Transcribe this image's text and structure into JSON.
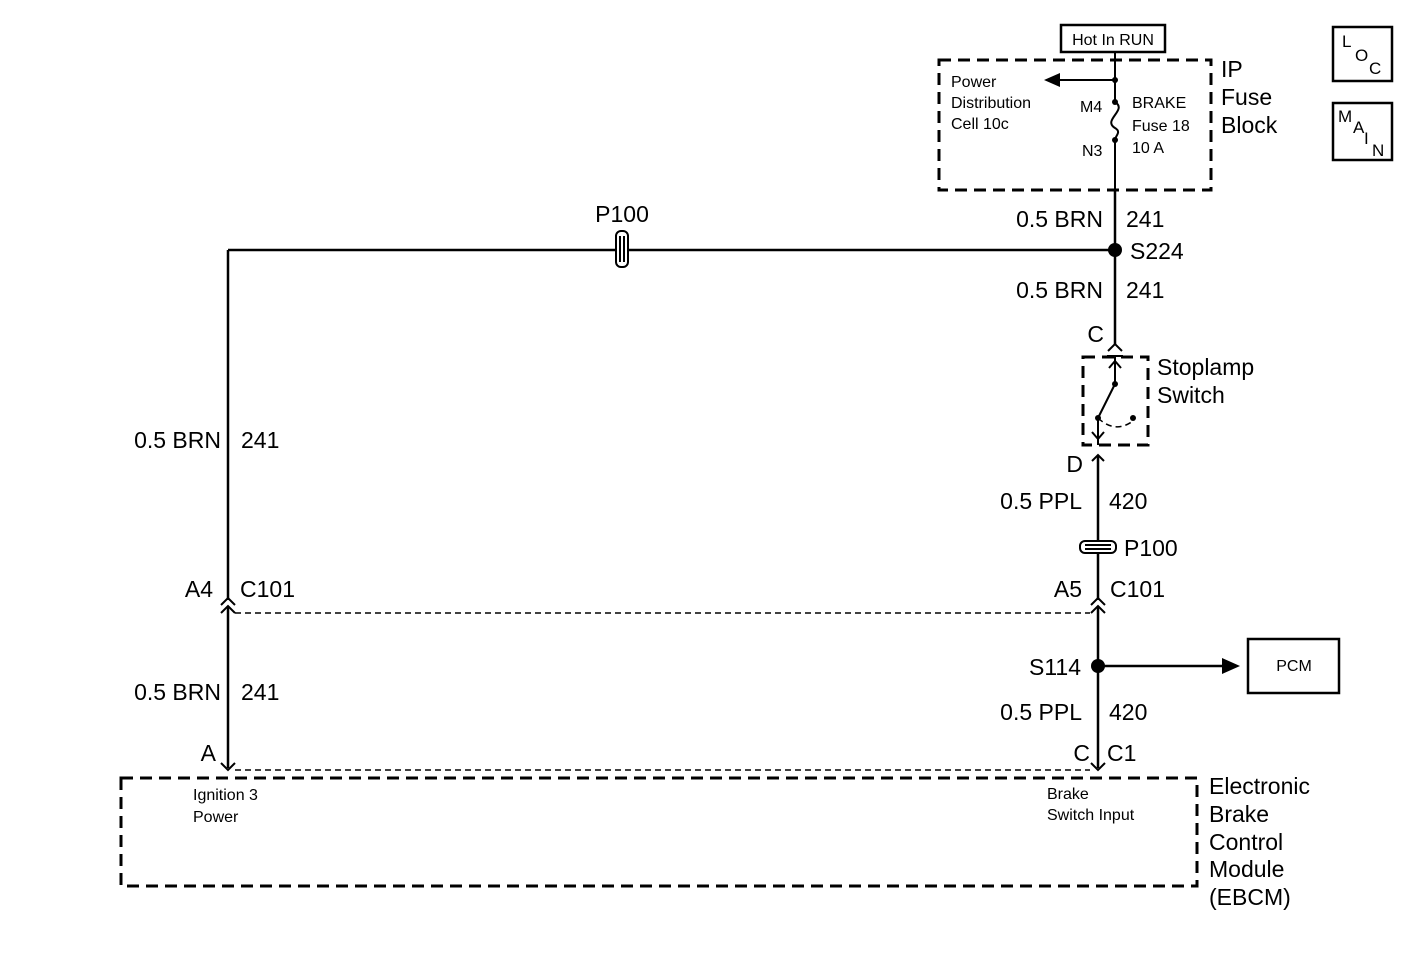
{
  "power_source": {
    "label": "Hot In RUN"
  },
  "fuse_block": {
    "title_lines": [
      "IP",
      "Fuse",
      "Block"
    ],
    "power_dist_lines": [
      "Power",
      "Distribution",
      "Cell 10c"
    ],
    "pin_in": "M4",
    "pin_out": "N3",
    "fuse_lines": [
      "BRAKE",
      "Fuse 18",
      "10 A"
    ]
  },
  "nav_icons": {
    "loc": [
      "L",
      "O",
      "C"
    ],
    "main": [
      "M",
      "A",
      "I",
      "N"
    ]
  },
  "wires": {
    "upper_right_a": {
      "size_color": "0.5 BRN",
      "circuit": "241"
    },
    "upper_right_b": {
      "size_color": "0.5 BRN",
      "circuit": "241"
    },
    "left_upper": {
      "size_color": "0.5 BRN",
      "circuit": "241"
    },
    "left_lower": {
      "size_color": "0.5 BRN",
      "circuit": "241"
    },
    "right_mid": {
      "size_color": "0.5 PPL",
      "circuit": "420"
    },
    "right_lower": {
      "size_color": "0.5 PPL",
      "circuit": "420"
    }
  },
  "splices": {
    "s224": "S224",
    "s114": "S114"
  },
  "pass_throughs": {
    "top": "P100",
    "right": "P100"
  },
  "stoplamp_switch": {
    "title_lines": [
      "Stoplamp",
      "Switch"
    ],
    "pin_in": "C",
    "pin_out": "D"
  },
  "connector_c101": {
    "left_pin": "A4",
    "left_name": "C101",
    "right_pin": "A5",
    "right_name": "C101"
  },
  "pcm": {
    "label": "PCM"
  },
  "ebcm": {
    "title_lines": [
      "Electronic",
      "Brake",
      "Control",
      "Module",
      "(EBCM)"
    ],
    "left_pin": "A",
    "left_input_lines": [
      "Ignition 3",
      "Power"
    ],
    "right_pin": "C",
    "right_connector": "C1",
    "right_input_lines": [
      "Brake",
      "Switch Input"
    ]
  }
}
